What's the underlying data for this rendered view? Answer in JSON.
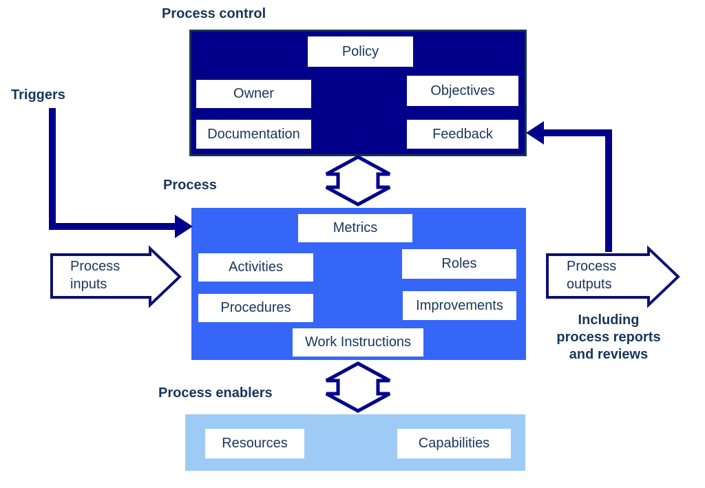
{
  "colors": {
    "control_box_fill": "#00008B",
    "control_box_border": "#153450",
    "process_box_fill": "#3666F8",
    "enablers_box_fill": "#9ECBF5",
    "text_navy": "#17365D",
    "connector_navy": "#00008B",
    "io_arrow_border": "#0D1171",
    "chip_fill": "#FFFFFF"
  },
  "titles": {
    "control": "Process control",
    "process": "Process",
    "enablers": "Process enablers",
    "triggers": "Triggers"
  },
  "control": {
    "policy": "Policy",
    "owner": "Owner",
    "objectives": "Objectives",
    "documentation": "Documentation",
    "feedback": "Feedback"
  },
  "process": {
    "metrics": "Metrics",
    "activities": "Activities",
    "roles": "Roles",
    "procedures": "Procedures",
    "improvements": "Improvements",
    "work_instructions": "Work Instructions"
  },
  "enablers": {
    "resources": "Resources",
    "capabilities": "Capabilities"
  },
  "io": {
    "inputs": "Process inputs",
    "outputs": "Process outputs",
    "note_lines": [
      "Including",
      "process reports",
      "and reviews"
    ]
  }
}
